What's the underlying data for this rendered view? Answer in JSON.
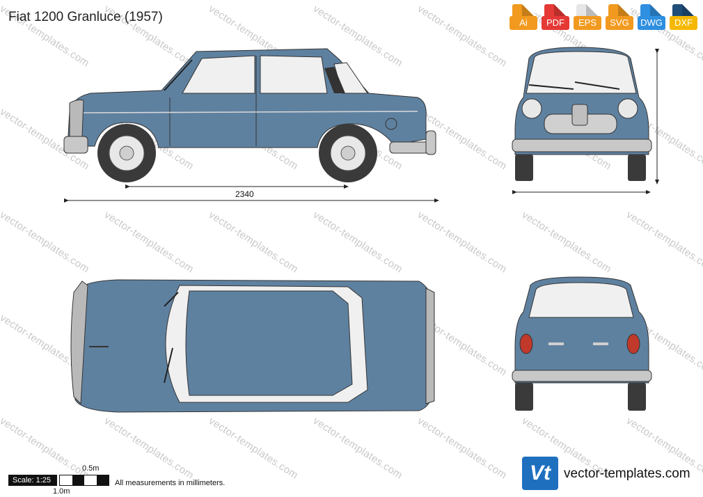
{
  "title": "Fiat 1200 Granluce (1957)",
  "formats": [
    {
      "label": "Ai",
      "color": "#f29a1f"
    },
    {
      "label": "PDF",
      "color": "#e53935"
    },
    {
      "label": "EPS",
      "color": "#f29a1f"
    },
    {
      "label": "SVG",
      "color": "#f29a1f"
    },
    {
      "label": "DWG",
      "color": "#2f8fe0"
    },
    {
      "label": "DXF",
      "color": "#f5b800"
    }
  ],
  "dimensions": {
    "wheelbase": "2340"
  },
  "watermark": "vector-templates.com",
  "scale": {
    "label": "Scale: 1:25",
    "half_meter": "0.5m",
    "one_meter": "1.0m"
  },
  "note": "All measurements in millimeters.",
  "brand": {
    "logo": "Vt",
    "url": "vector-templates.com"
  },
  "colors": {
    "body": "#5f81a0",
    "body_dark": "#4d6c88",
    "glass": "#f0f0f0",
    "chrome": "#b9b9b9",
    "tire": "#3a3a3a"
  }
}
